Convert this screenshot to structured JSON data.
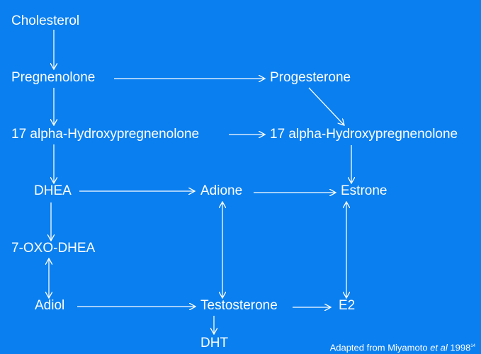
{
  "colors": {
    "background": "#0a7ff0",
    "text": "#ffffff",
    "arrow": "#ffffff"
  },
  "nodes": {
    "cholesterol": "Cholesterol",
    "pregnenolone": "Pregnenolone",
    "progesterone": "Progesterone",
    "hydroxypregnenolone_left": "17 alpha-Hydroxypregnenolone",
    "hydroxypregnenolone_right": "17 alpha-Hydroxypregnenolone",
    "dhea": "DHEA",
    "adione": "Adione",
    "estrone": "Estrone",
    "oxo_dhea": "7-OXO-DHEA",
    "adiol": "Adiol",
    "testosterone": "Testosterone",
    "e2": "E2",
    "dht": "DHT"
  },
  "credit": {
    "prefix": "Adapted from Miyamoto ",
    "italic": "et al",
    "year": " 1998",
    "ref": "14"
  }
}
